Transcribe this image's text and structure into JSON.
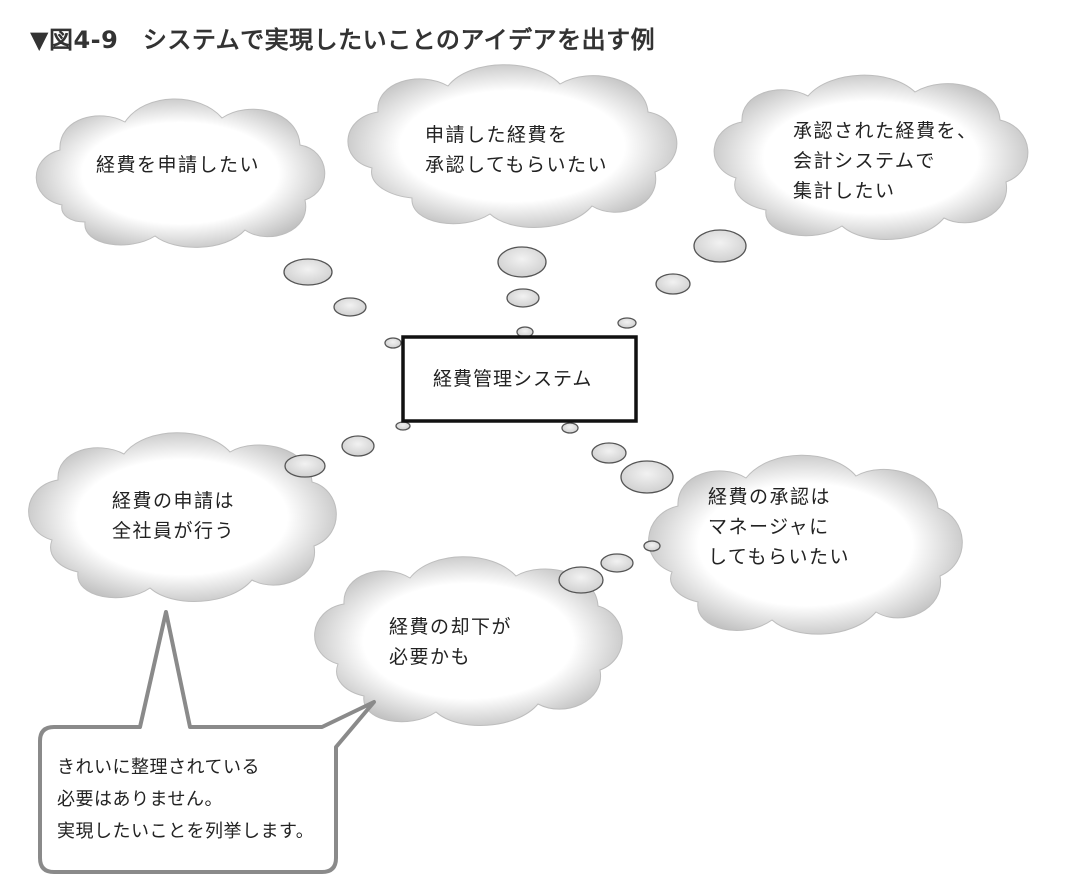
{
  "figure": {
    "title": "▼図4-9　システムで実現したいことのアイデアを出す例"
  },
  "center": {
    "label": "経費管理システム"
  },
  "clouds": [
    {
      "id": "apply",
      "lines": [
        "経費を申請したい"
      ]
    },
    {
      "id": "approve",
      "lines": [
        "申請した経費を",
        "承認してもらいたい"
      ]
    },
    {
      "id": "aggregate",
      "lines": [
        "承認された経費を、",
        "会計システムで",
        "集計したい"
      ]
    },
    {
      "id": "all-staff",
      "lines": [
        "経費の申請は",
        "全社員が行う"
      ]
    },
    {
      "id": "manager",
      "lines": [
        "経費の承認は",
        "マネージャに",
        "してもらいたい"
      ]
    },
    {
      "id": "reject",
      "lines": [
        "経費の却下が",
        "必要かも"
      ]
    }
  ],
  "note": {
    "lines": [
      "きれいに整理されている",
      "必要はありません。",
      "実現したいことを列挙します。"
    ]
  },
  "colors": {
    "cloud_fill_center": "#ffffff",
    "cloud_fill_edge": "#bdbdbd",
    "bubble_fill": "#dcdcdc",
    "outline": "#555555",
    "note_stroke": "#8a8a8a",
    "box_stroke": "#111111"
  }
}
